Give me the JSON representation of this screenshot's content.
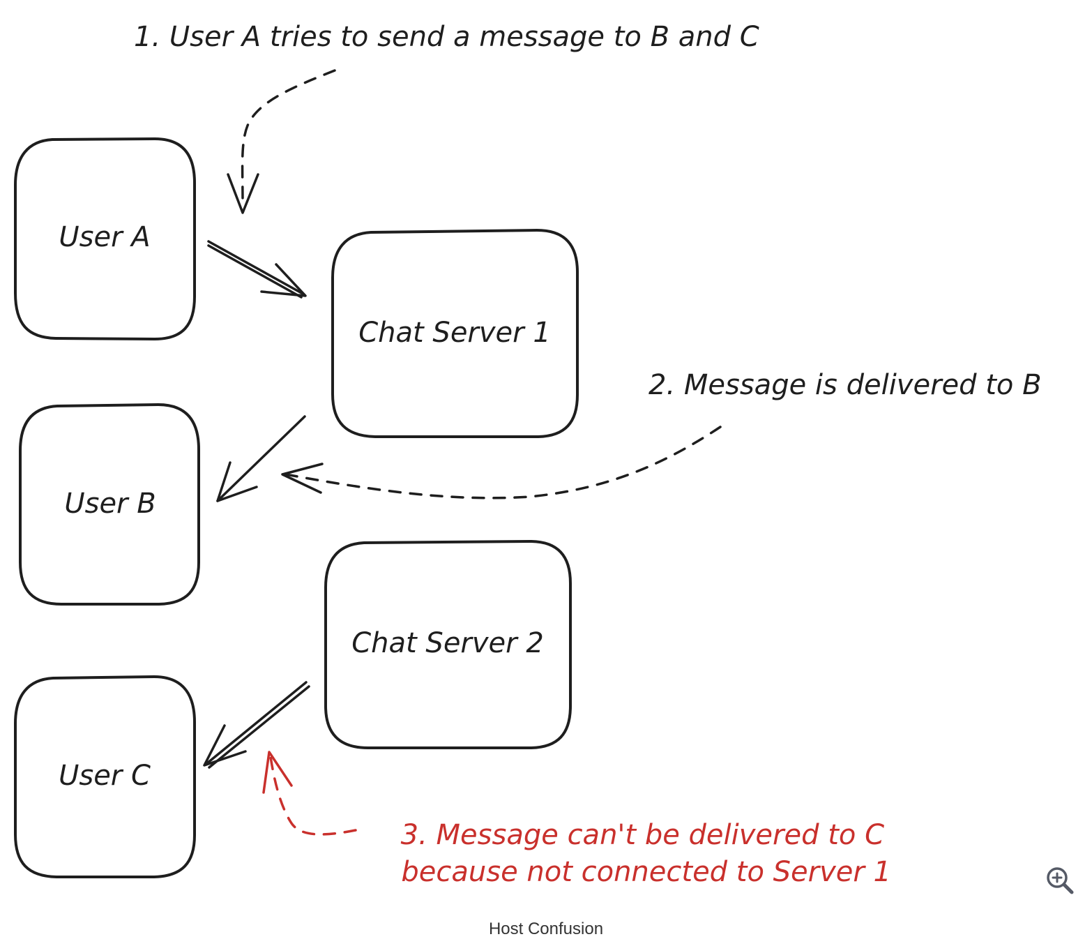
{
  "diagram": {
    "nodes": {
      "user_a": "User A",
      "user_b": "User B",
      "user_c": "User C",
      "chat_server_1": "Chat Server 1",
      "chat_server_2": "Chat Server 2"
    },
    "annotations": {
      "step1": "1. User A tries to send a message to B and C",
      "step2": "2. Message is delivered to B",
      "step3_line1": "3. Message can't be delivered to C",
      "step3_line2": "because not connected to Server 1"
    },
    "colors": {
      "ink": "#1e1e1e",
      "error": "#c9302c"
    }
  },
  "caption": "Host Confusion",
  "controls": {
    "zoom_icon": "zoom-in-icon"
  }
}
